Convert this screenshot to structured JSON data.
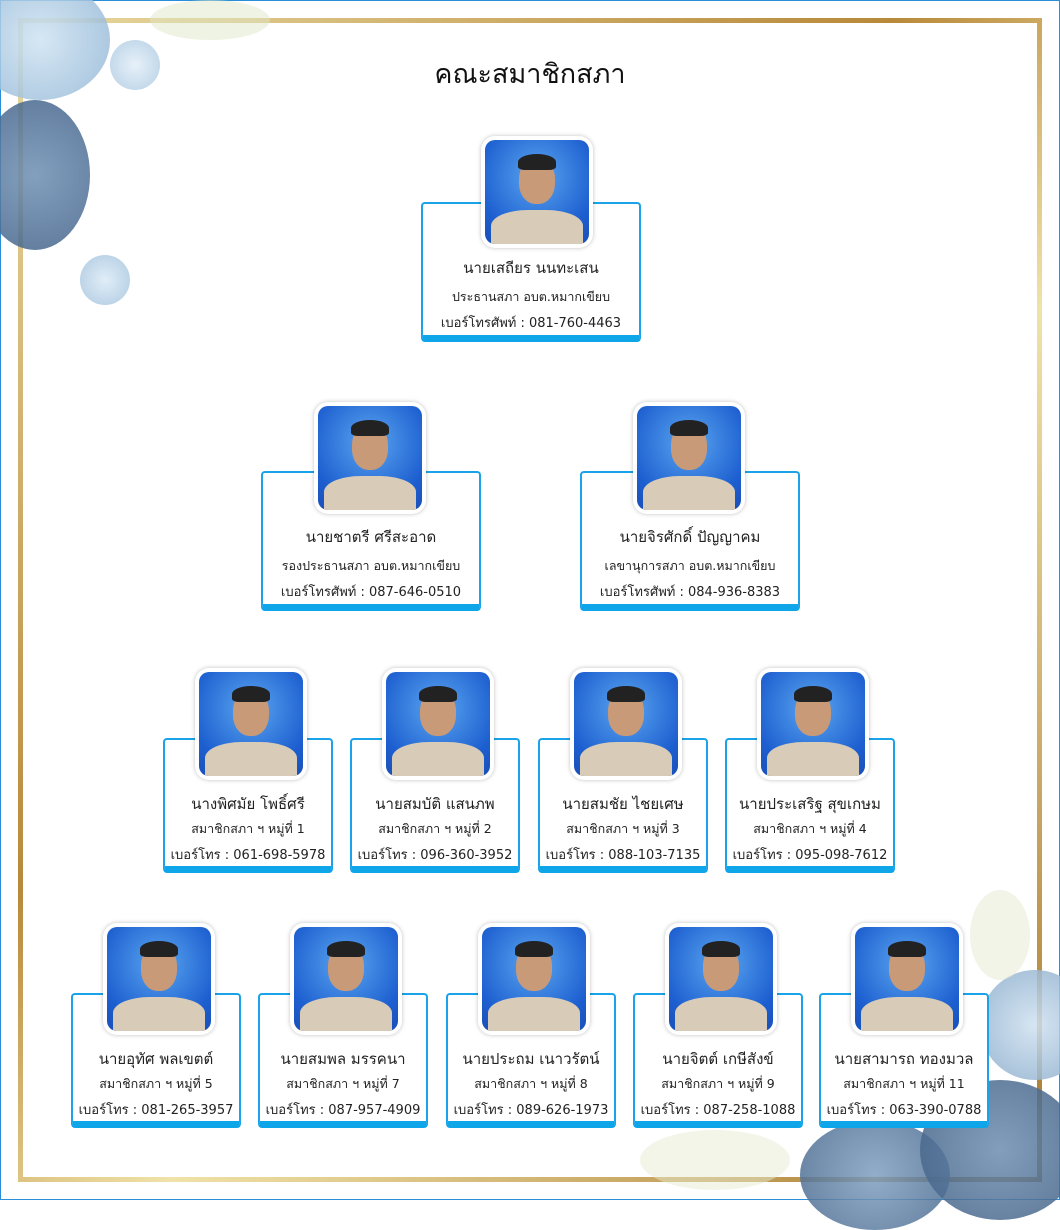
{
  "title": "คณะสมาชิกสภา",
  "colors": {
    "accent": "#1aa3e8",
    "frame_gold": "#c9a24a"
  },
  "members": [
    {
      "name": "นายเสถียร  นนทะเสน",
      "role": "ประธานสภา อบต.หมากเขียบ",
      "phone": "เบอร์โทรศัพท์ : 081-760-4463"
    },
    {
      "name": "นายชาตรี  ศรีสะอาด",
      "role": "รองประธานสภา อบต.หมากเขียบ",
      "phone": "เบอร์โทรศัพท์ : 087-646-0510"
    },
    {
      "name": "นายจิรศักดิ์  ปัญญาคม",
      "role": "เลขานุการสภา อบต.หมากเขียบ",
      "phone": "เบอร์โทรศัพท์ : 084-936-8383"
    },
    {
      "name": "นางพิศมัย  โพธิ์ศรี",
      "role": "สมาชิกสภา ฯ หมู่ที่ 1",
      "phone": "เบอร์โทร : 061-698-5978"
    },
    {
      "name": "นายสมบัติ  แสนภพ",
      "role": "สมาชิกสภา ฯ หมู่ที่ 2",
      "phone": "เบอร์โทร : 096-360-3952"
    },
    {
      "name": "นายสมชัย  ไชยเศษ",
      "role": "สมาชิกสภา ฯ หมู่ที่ 3",
      "phone": "เบอร์โทร : 088-103-7135"
    },
    {
      "name": "นายประเสริฐ  สุขเกษม",
      "role": "สมาชิกสภา ฯ หมู่ที่ 4",
      "phone": "เบอร์โทร : 095-098-7612"
    },
    {
      "name": "นายอุทัศ  พลเขตต์",
      "role": "สมาชิกสภา ฯ หมู่ที่ 5",
      "phone": "เบอร์โทร : 081-265-3957"
    },
    {
      "name": "นายสมพล  มรรคนา",
      "role": "สมาชิกสภา ฯ หมู่ที่ 7",
      "phone": "เบอร์โทร : 087-957-4909"
    },
    {
      "name": "นายประถม  เนาวรัตน์",
      "role": "สมาชิกสภา ฯ หมู่ที่ 8",
      "phone": "เบอร์โทร : 089-626-1973"
    },
    {
      "name": "นายจิตต์  เกษีสังข์",
      "role": "สมาชิกสภา ฯ หมู่ที่ 9",
      "phone": "เบอร์โทร : 087-258-1088"
    },
    {
      "name": "นายสามารถ  ทองมวล",
      "role": "สมาชิกสภา ฯ หมู่ที่ 11",
      "phone": "เบอร์โทร : 063-390-0788"
    }
  ]
}
